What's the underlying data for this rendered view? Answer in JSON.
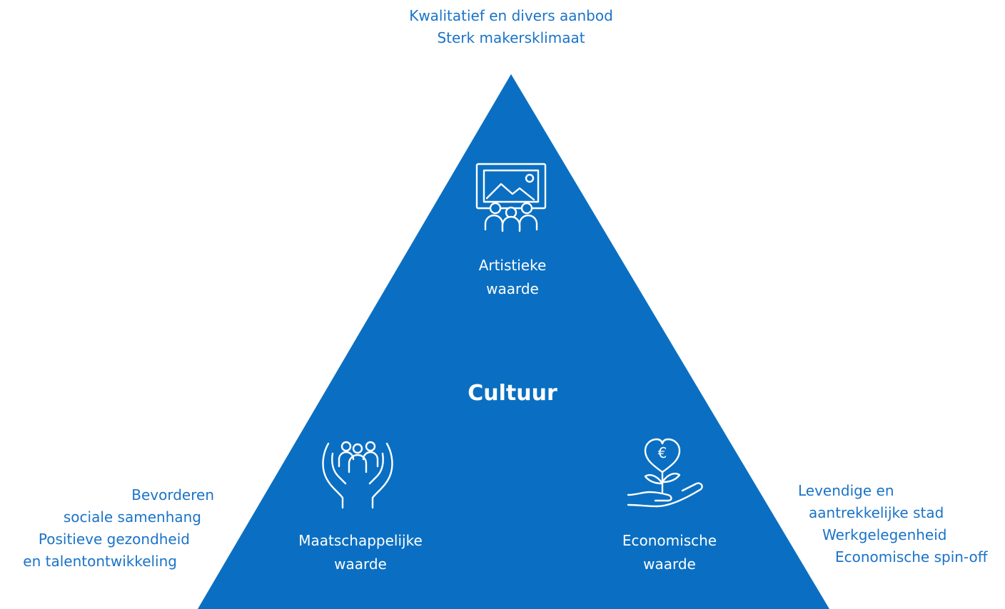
{
  "colors": {
    "pyramid_fill": "#0a6fc2",
    "outer_text": "#1a73c8",
    "inner_text": "#ffffff"
  },
  "center": {
    "title": "Cultuur"
  },
  "top": {
    "lines": [
      "Kwalitatief en divers aanbod",
      "Sterk makersklimaat"
    ]
  },
  "left": {
    "lines": [
      "Bevorderen",
      "sociale samenhang",
      "Positieve gezondheid",
      "en talentontwikkeling"
    ]
  },
  "right": {
    "lines": [
      "Levendige en",
      "aantrekkelijke stad",
      "Werkgelegenheid",
      "Economische spin-off"
    ]
  },
  "nodes": {
    "artistic": {
      "label_line1": "Artistieke",
      "label_line2": "waarde",
      "icon": "framed-picture-audience-icon"
    },
    "social": {
      "label_line1": "Maatschappelijke",
      "label_line2": "waarde",
      "icon": "hands-holding-people-icon"
    },
    "economic": {
      "label_line1": "Economische",
      "label_line2": "waarde",
      "icon": "hand-with-euro-plant-icon",
      "icon_symbol": "€"
    }
  }
}
